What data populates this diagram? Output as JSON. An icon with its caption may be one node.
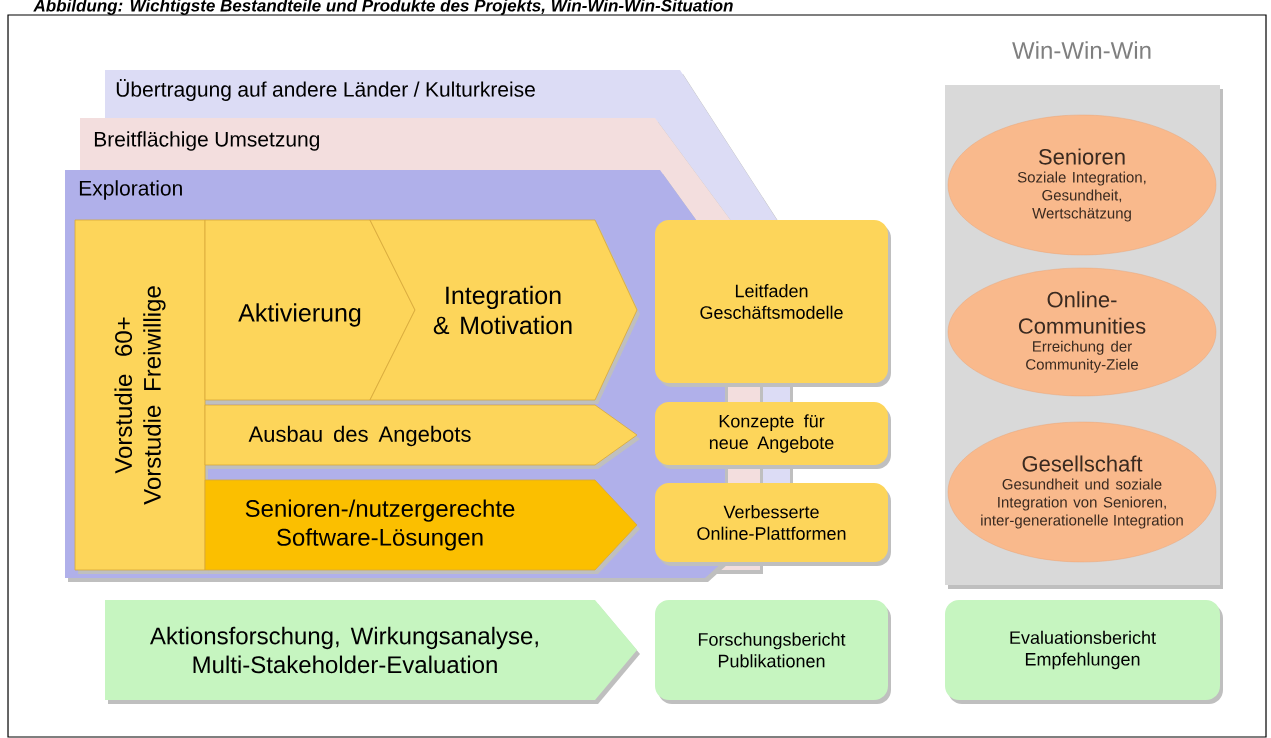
{
  "diagram": {
    "title": "Abbildung: Wichtigste Bestandteile und Produkte des Projekts, Win-Win-Win-Situation",
    "nodes": [
      {
        "text": [
          "Übertragung auf andere Länder / Kulturkreise"
        ]
      },
      {
        "text": [
          "Breitflächige Umsetzung"
        ]
      },
      {
        "text": [
          "Exploration"
        ]
      },
      {
        "text": [
          "Vorstudie 60+",
          "Vorstudie Freiwillige"
        ],
        "in": 2
      },
      {
        "text": [
          "Aktivierung"
        ],
        "in": 2
      },
      {
        "text": [
          "Integration & Motivation"
        ],
        "in": 2
      },
      {
        "text": [
          "Ausbau des Angebots"
        ],
        "in": 2
      },
      {
        "text": [
          "Senioren-/nutzergerechte Software-Lösungen"
        ],
        "in": 2
      },
      {
        "text": [
          "Leitfaden Geschäftsmodelle"
        ]
      },
      {
        "text": [
          "Konzepte für neue Angebote"
        ]
      },
      {
        "text": [
          "Verbesserte Online-Plattformen"
        ]
      },
      {
        "text": [
          "Win-Win-Win"
        ]
      },
      {
        "text": [
          "Senioren",
          "Soziale Integration, Gesundheit, Wertschätzung"
        ],
        "in": 11
      },
      {
        "text": [
          "Online-Communities",
          "Erreichung der Community-Ziele"
        ],
        "in": 11
      },
      {
        "text": [
          "Gesellschaft",
          "Gesundheit und soziale Integration von Senioren, inter-generationelle Integration"
        ],
        "in": 11
      },
      {
        "text": [
          "Aktionsforschung, Wirkungsanalyse, Multi-Stakeholder-Evaluation"
        ]
      },
      {
        "text": [
          "Forschungsbericht Publikationen"
        ]
      },
      {
        "text": [
          "Evaluationsbericht Empfehlungen"
        ]
      }
    ]
  }
}
